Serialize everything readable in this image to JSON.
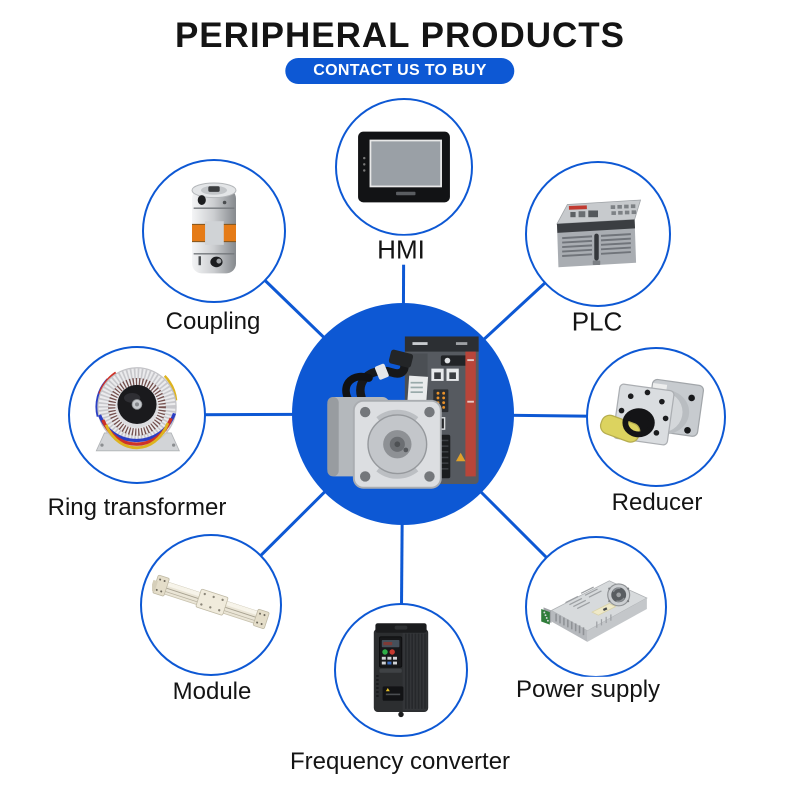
{
  "header": {
    "title": "PERIPHERAL PRODUCTS",
    "cta_label": "CONTACT US TO BUY"
  },
  "colors": {
    "accent": "#0d58d4",
    "text": "#141414",
    "background": "#ffffff"
  },
  "center_hub": {
    "image": "servo-motor-and-drive"
  },
  "products": [
    {
      "id": "hmi",
      "label": "HMI"
    },
    {
      "id": "plc",
      "label": "PLC"
    },
    {
      "id": "reducer",
      "label": "Reducer"
    },
    {
      "id": "power-supply",
      "label": "Power supply"
    },
    {
      "id": "frequency-converter",
      "label": "Frequency converter"
    },
    {
      "id": "module",
      "label": "Module"
    },
    {
      "id": "ring-transformer",
      "label": "Ring transformer"
    },
    {
      "id": "coupling",
      "label": "Coupling"
    }
  ]
}
